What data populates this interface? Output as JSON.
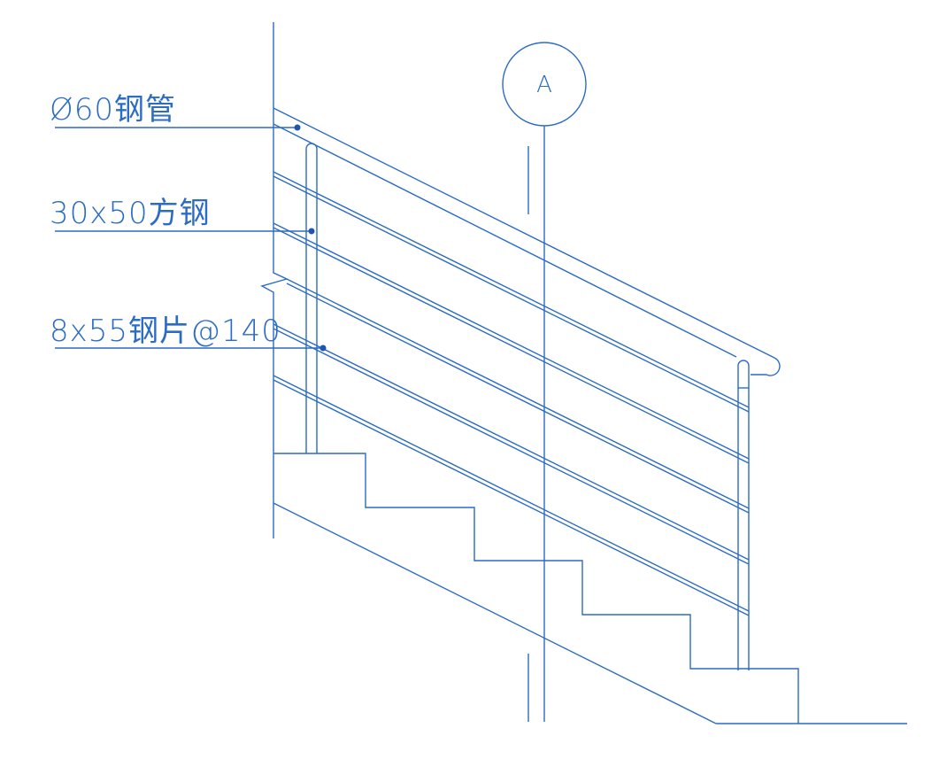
{
  "labels": {
    "pipe": "Ø60钢管",
    "square_steel": "30x50方钢",
    "steel_plate": "8x55钢片@140"
  },
  "grid_axis": {
    "label": "A"
  },
  "colors": {
    "line": "#2b6cc4",
    "leader_dot": "#1f55b0",
    "background": "#ffffff"
  }
}
